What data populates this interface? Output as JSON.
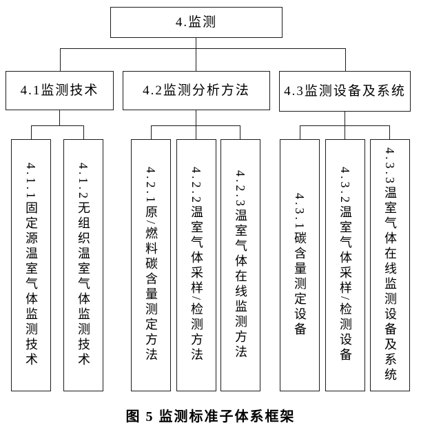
{
  "diagram": {
    "title": "监测标准子体系框架图",
    "root": {
      "label": "4.监测"
    },
    "level2": [
      {
        "label": "4.1监测技术"
      },
      {
        "label": "4.2监测分析方法"
      },
      {
        "label": "4.3监测设备及系统"
      }
    ],
    "level3": [
      {
        "label": "4.1.1固定源温室气体监测技术",
        "parent": "4.1监测技术"
      },
      {
        "label": "4.1.2无组织温室气体监测技术",
        "parent": "4.1监测技术"
      },
      {
        "label": "4.2.1原/燃料碳含量测定方法",
        "parent": "4.2监测分析方法"
      },
      {
        "label": "4.2.2温室气体采样/检测方法",
        "parent": "4.2监测分析方法"
      },
      {
        "label": "4.2.3温室气体在线监测方法",
        "parent": "4.2监测分析方法"
      },
      {
        "label": "4.3.1碳含量测定设备",
        "parent": "4.3监测设备及系统"
      },
      {
        "label": "4.3.2温室气体采样/检测设备",
        "parent": "4.3监测设备及系统"
      },
      {
        "label": "4.3.3温室气体在线监测设备及系统",
        "parent": "4.3监测设备及系统"
      }
    ],
    "caption": "图 5 监测标准子体系框架",
    "colors": {
      "line": "#1a1a1a",
      "background": "#ffffff",
      "text": "#000000"
    }
  }
}
